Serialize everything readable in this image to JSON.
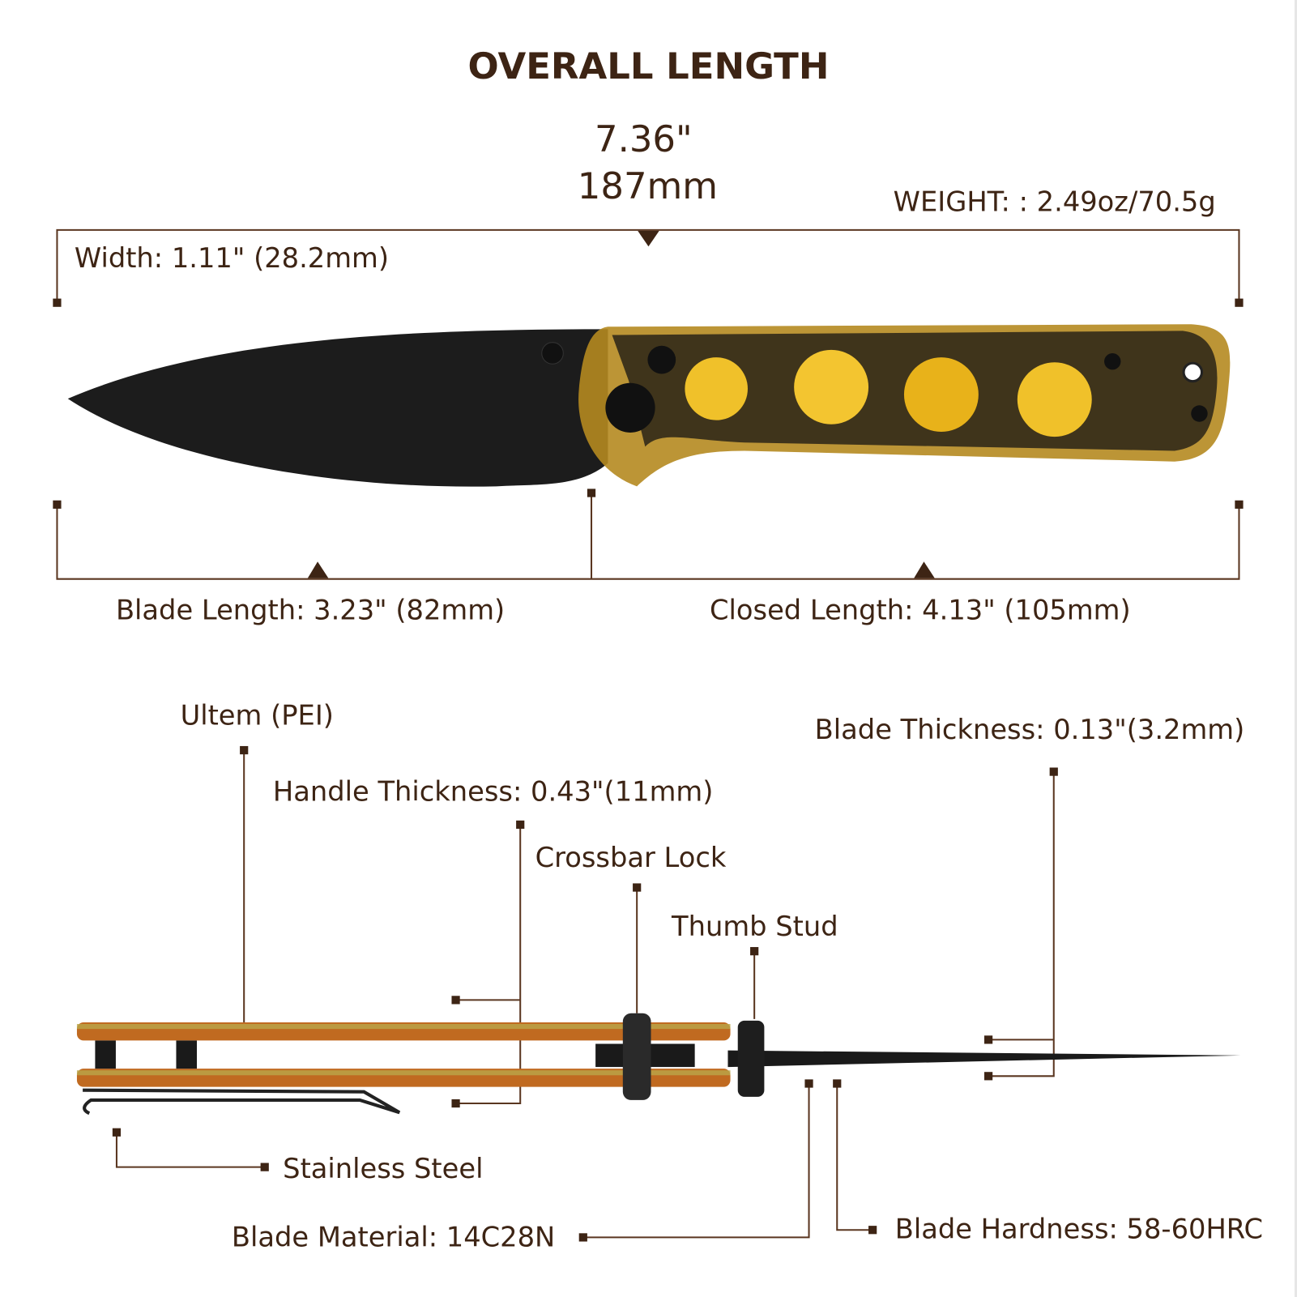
{
  "title": "OVERALL LENGTH",
  "overall_in": "7.36\"",
  "overall_mm": "187mm",
  "weight": "WEIGHT: : 2.49oz/70.5g",
  "width": "Width: 1.11\" (28.2mm)",
  "blade_length": "Blade Length: 3.23\" (82mm)",
  "closed_length": "Closed Length: 4.13\" (105mm)",
  "handle_material": "Ultem (PEI)",
  "handle_thickness": "Handle Thickness: 0.43\"(11mm)",
  "lock": "Crossbar Lock",
  "thumb_stud": "Thumb Stud",
  "blade_thickness": "Blade Thickness: 0.13\"(3.2mm)",
  "clip": "Stainless Steel",
  "blade_material": "Blade Material: 14C28N",
  "blade_hardness": "Blade Hardness: 58-60HRC",
  "colors": {
    "text": "#3d2414",
    "line": "#5a3620",
    "handle": "#e8b21a",
    "blade": "#1a1a1a"
  }
}
